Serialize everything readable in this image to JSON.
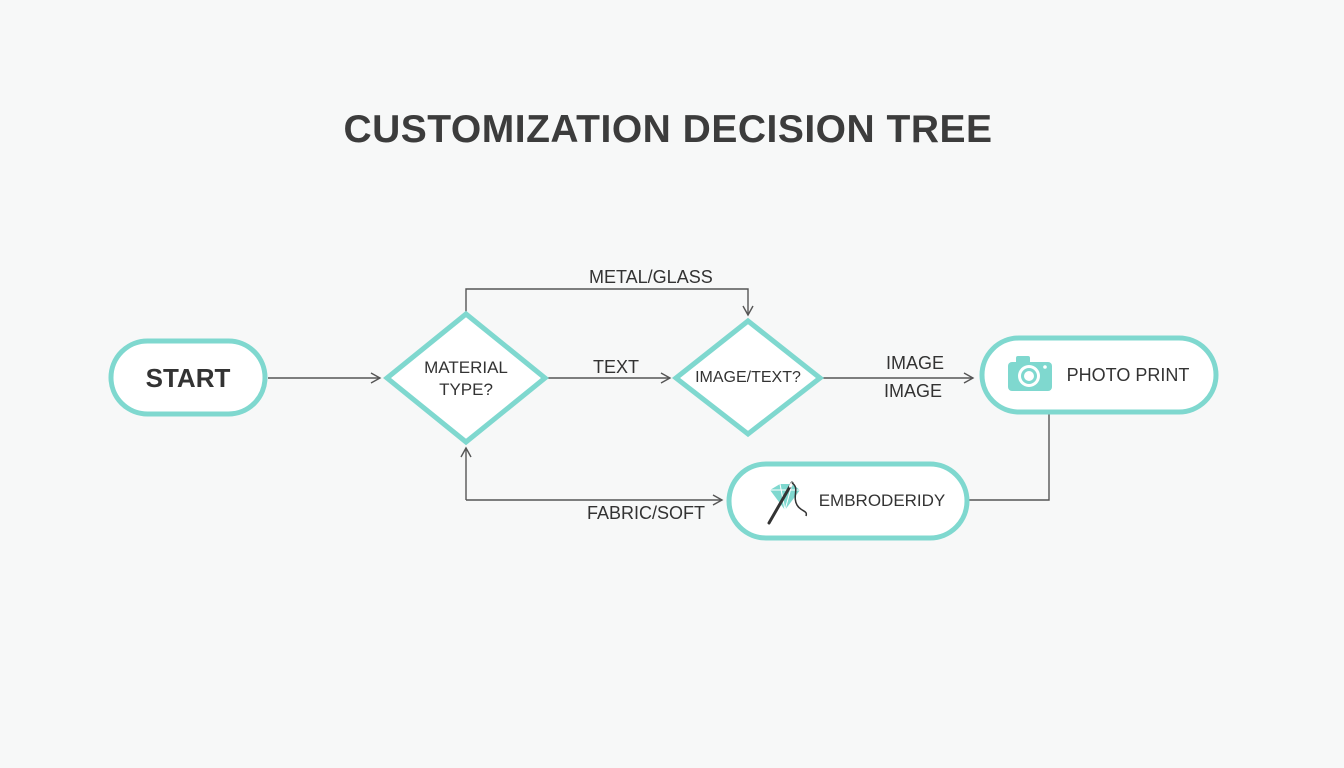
{
  "title": "CUSTOMIZATION DECISION TREE",
  "colors": {
    "accent": "#7fd8cf",
    "line": "#555555",
    "text": "#333333",
    "background": "#f7f8f8"
  },
  "nodes": {
    "start": {
      "label": "START"
    },
    "material": {
      "label_line1": "MATERIAL",
      "label_line2": "TYPE?"
    },
    "image_text": {
      "label": "IMAGE/TEXT?"
    },
    "photo_print": {
      "label": "PHOTO PRINT",
      "icon": "camera-icon"
    },
    "embroidery": {
      "label": "EMBRODERIDY",
      "icon": "needle-diamond-icon"
    }
  },
  "edges": {
    "metal_glass": "METAL/GLASS",
    "text": "TEXT",
    "image_top": "IMAGE",
    "image_bottom": "IMAGE",
    "fabric_soft": "FABRIC/SOFT"
  }
}
